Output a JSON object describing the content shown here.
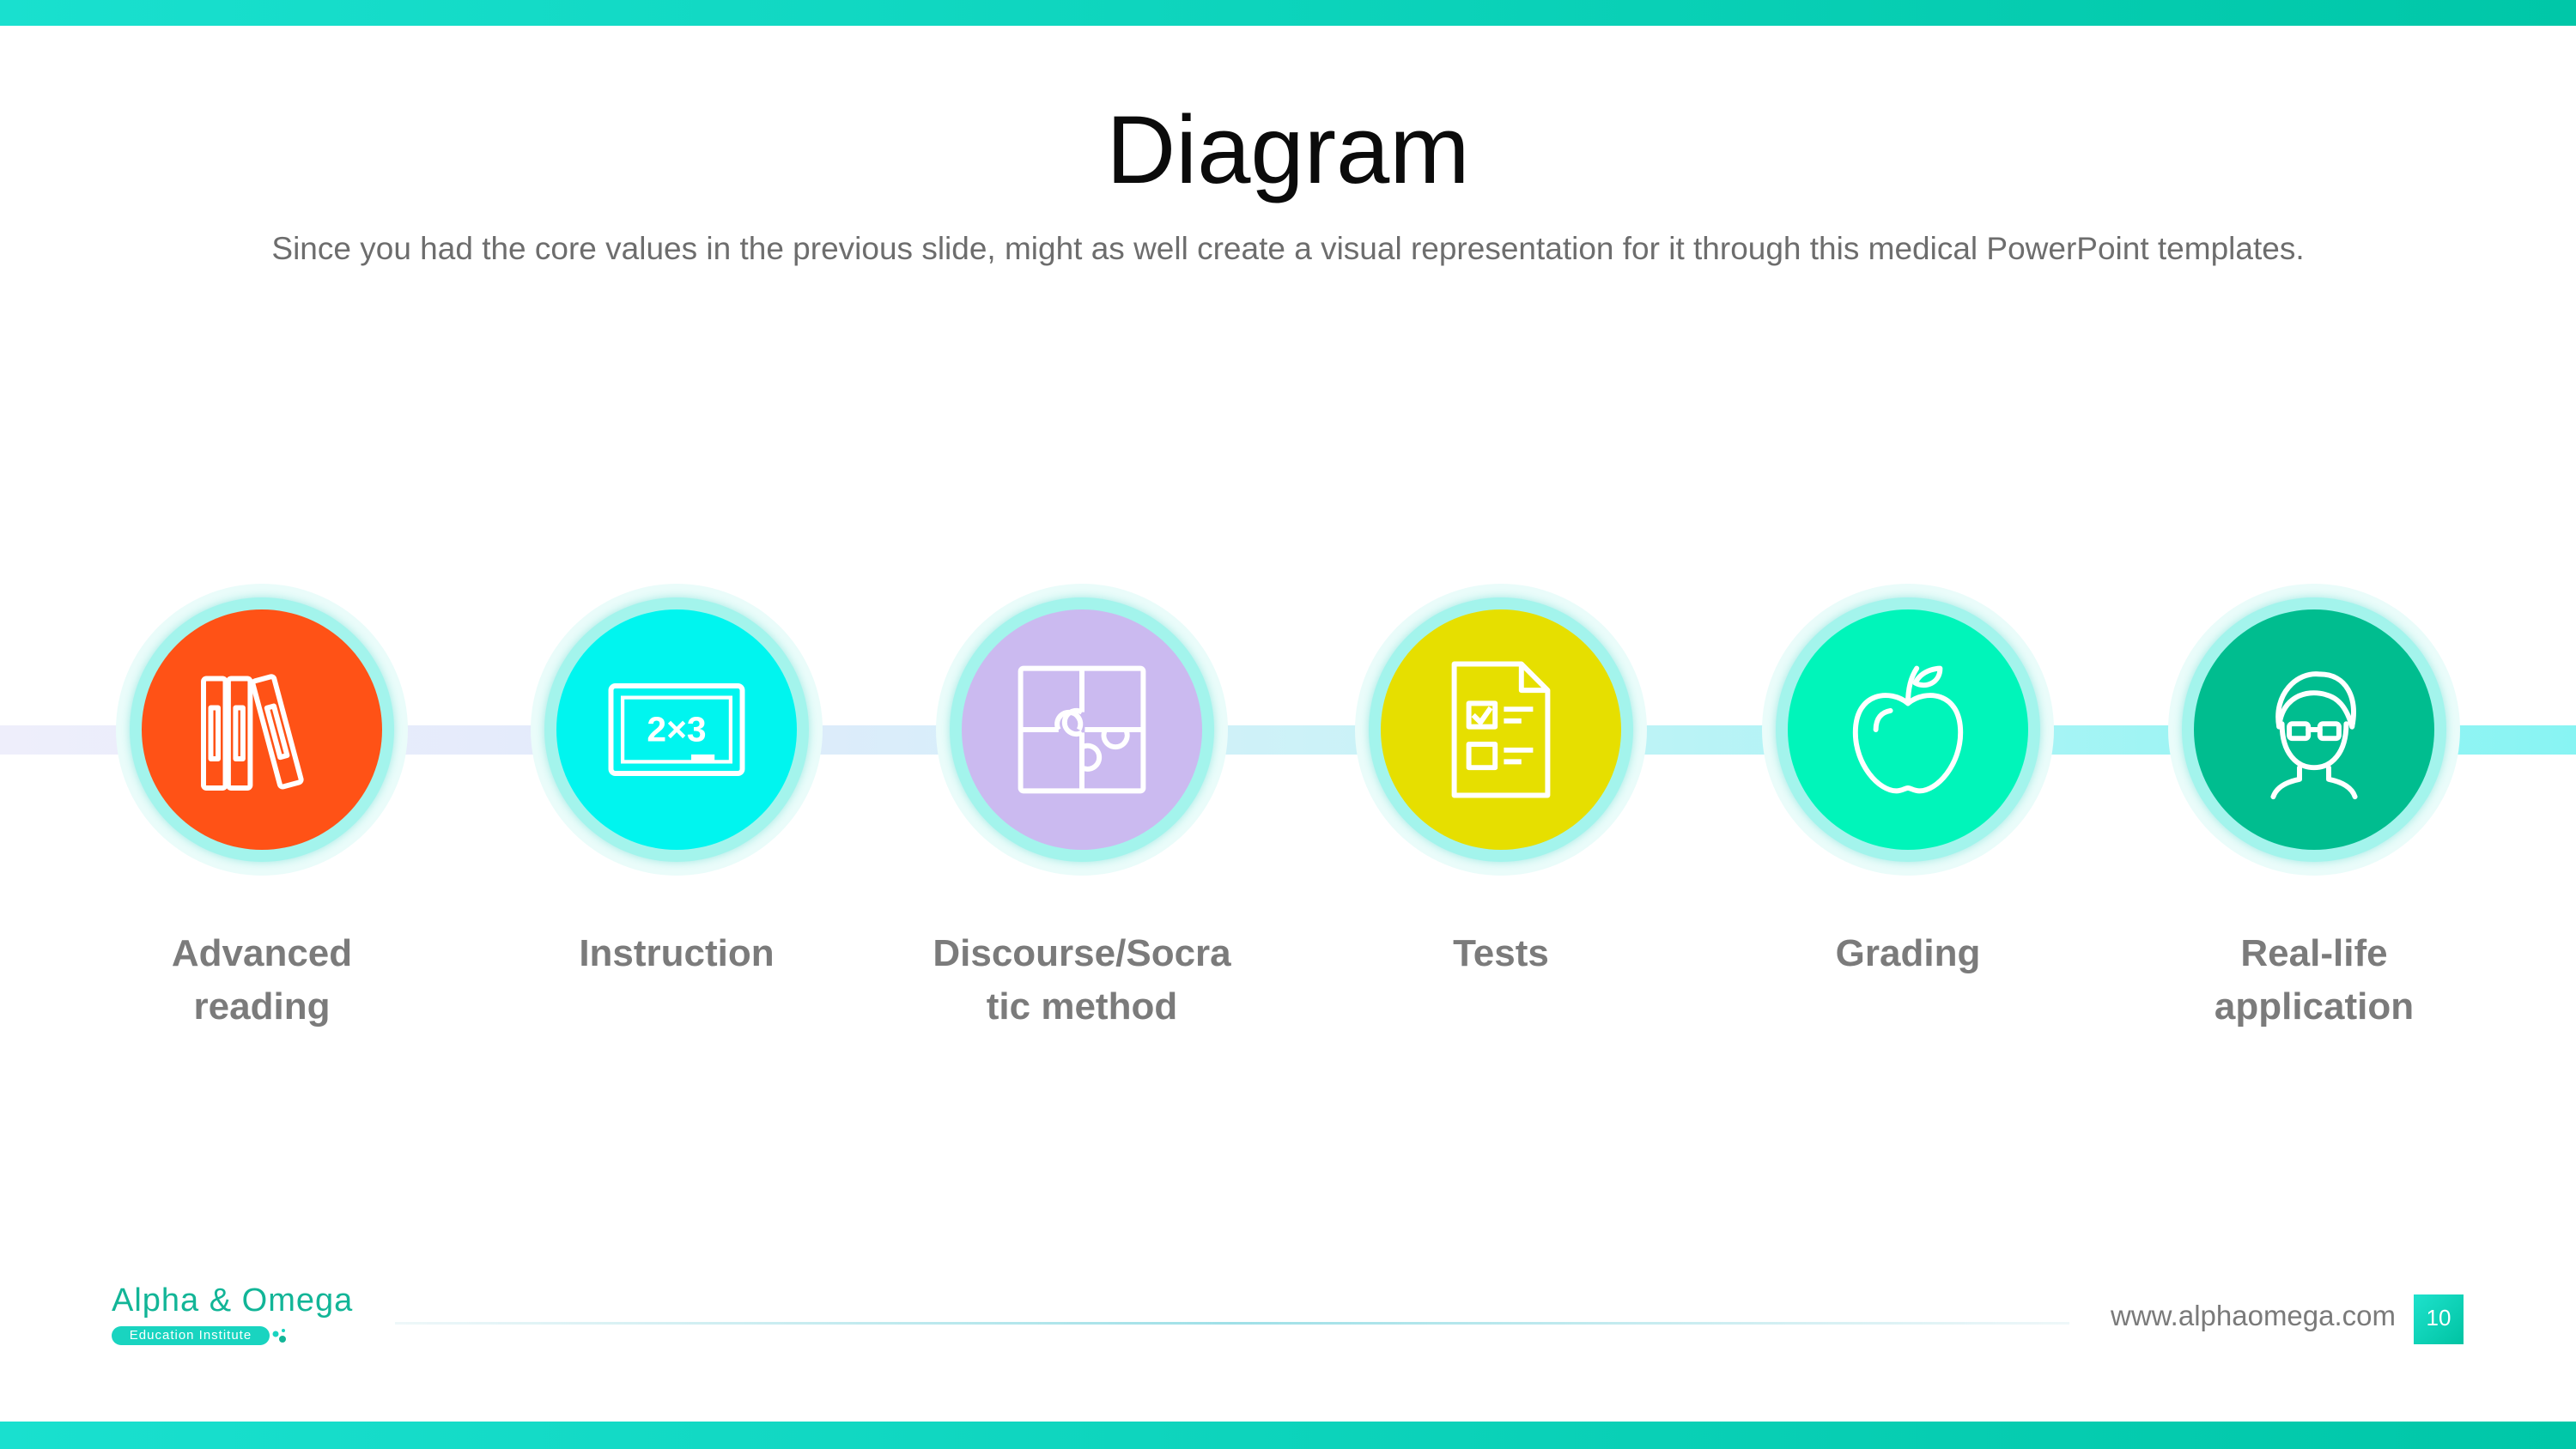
{
  "slide": {
    "title": "Diagram",
    "subtitle": "Since you had the core values in the previous slide, might as well create a visual representation for it through this medical PowerPoint templates."
  },
  "steps": [
    {
      "label_line1": "Advanced",
      "label_line2": "reading",
      "icon": "books-icon",
      "color": "#ff5216"
    },
    {
      "label_line1": "Instruction",
      "label_line2": "",
      "icon": "chalkboard-icon",
      "color": "#00f5ef"
    },
    {
      "label_line1": "Discourse/Socra",
      "label_line2": "tic method",
      "icon": "puzzle-icon",
      "color": "#cbbaf0"
    },
    {
      "label_line1": "Tests",
      "label_line2": "",
      "icon": "checklist-icon",
      "color": "#e6df00"
    },
    {
      "label_line1": "Grading",
      "label_line2": "",
      "icon": "apple-icon",
      "color": "#00f5ba"
    },
    {
      "label_line1": "Real-life",
      "label_line2": "application",
      "icon": "student-icon",
      "color": "#00bd8f"
    }
  ],
  "chalkboard_text": "2×3",
  "footer": {
    "logo_main": "Alpha & Omega",
    "logo_sub": "Education Institute",
    "website": "www.alphaomega.com",
    "page_number": "10"
  },
  "colors": {
    "accent": "#00c7a8",
    "label_text": "#7b7b7b"
  }
}
